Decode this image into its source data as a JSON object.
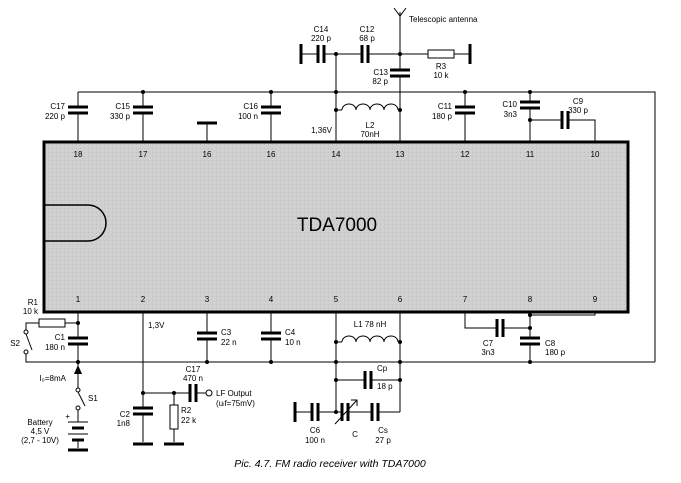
{
  "chip": {
    "name": "TDA7000",
    "top_pins": [
      "18",
      "17",
      "16",
      "16",
      "14",
      "13",
      "12",
      "11",
      "10"
    ],
    "bottom_pins": [
      "1",
      "2",
      "3",
      "4",
      "5",
      "6",
      "7",
      "8",
      "9"
    ]
  },
  "antenna_label": "Telescopic antenna",
  "components": {
    "c14": {
      "ref": "C14",
      "value": "220 p"
    },
    "c12": {
      "ref": "C12",
      "value": "68 p"
    },
    "c13": {
      "ref": "C13",
      "value": "82 p"
    },
    "r3": {
      "ref": "R3",
      "value": "10 k"
    },
    "c17_top": {
      "ref": "C17",
      "value": "220 p"
    },
    "c15": {
      "ref": "C15",
      "value": "330 p"
    },
    "c16": {
      "ref": "C16",
      "value": "100 n"
    },
    "l2": {
      "ref": "L2",
      "value": "70nH"
    },
    "c11": {
      "ref": "C11",
      "value": "180 p"
    },
    "c10": {
      "ref": "C10",
      "value": "3n3"
    },
    "c9": {
      "ref": "C9",
      "value": "330 p"
    },
    "r1": {
      "ref": "R1",
      "value": "10 k"
    },
    "c1": {
      "ref": "C1",
      "value": "180 n"
    },
    "c3": {
      "ref": "C3",
      "value": "22 n"
    },
    "c4": {
      "ref": "C4",
      "value": "10 n"
    },
    "l1": {
      "label": "L1  78 nH"
    },
    "c7": {
      "ref": "C7",
      "value": "3n3"
    },
    "c8": {
      "ref": "C8",
      "value": "180 p"
    },
    "c17_bot": {
      "ref": "C17",
      "value": "470 n"
    },
    "c2": {
      "ref": "C2",
      "value": "1n8"
    },
    "r2": {
      "ref": "R2",
      "value": "22 k"
    },
    "cp": {
      "ref": "Cp",
      "value": "18 p"
    },
    "c6": {
      "ref": "C6",
      "value": "100 n"
    },
    "c_var": {
      "ref": "C"
    },
    "cs": {
      "ref": "Cs",
      "value": "27 p"
    },
    "s1": {
      "ref": "S1"
    },
    "s2": {
      "ref": "S2"
    }
  },
  "voltages": {
    "pin14": "1,36V",
    "pin2": "1,3V"
  },
  "lf_output": {
    "label": "LF Output",
    "level": "(uₗf=75mV)"
  },
  "current": {
    "label": "I₀=8mA"
  },
  "battery": {
    "title": "Battery",
    "voltage": "4,5 V",
    "range": "(2,7 - 10V)"
  },
  "caption": "Pic. 4.7. FM radio receiver with TDA7000"
}
